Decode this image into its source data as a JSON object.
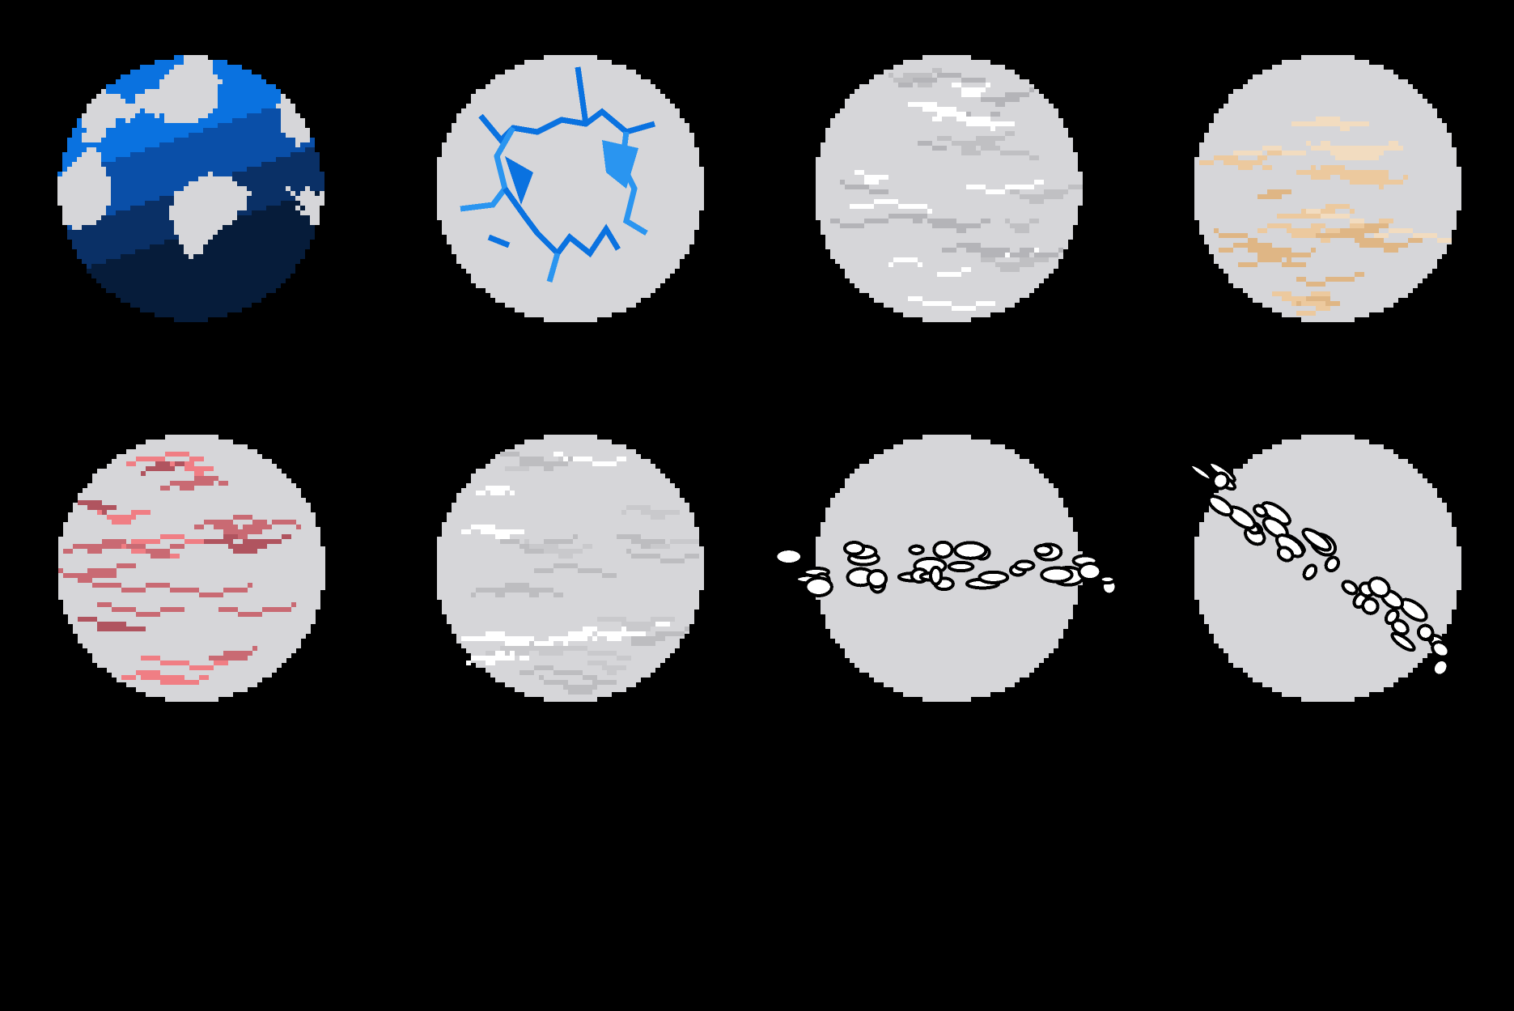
{
  "canvas": {
    "background": "#000000"
  },
  "sprites": [
    {
      "id": "planet-earthlike",
      "style": "continents",
      "base": "#d6d6d9",
      "palette": [
        "#0a72e0",
        "#0a4fa8",
        "#0a3066",
        "#061c3a"
      ]
    },
    {
      "id": "planet-ice-cracked",
      "style": "cracks",
      "base": "#d6d6d9",
      "palette": [
        "#0a72e0",
        "#2a95f0"
      ]
    },
    {
      "id": "planet-gas-white",
      "style": "streaks",
      "base": "#d6d6d9",
      "palette": [
        "#ffffff",
        "#c0c0c3",
        "#b4b4b8"
      ]
    },
    {
      "id": "planet-gas-tan",
      "style": "streaks",
      "base": "#d6d6d9",
      "palette": [
        "#ecc99e",
        "#dfb685",
        "#f2dcc0"
      ]
    },
    {
      "id": "planet-gas-pink",
      "style": "streaks",
      "base": "#d6d6d9",
      "palette": [
        "#f07e84",
        "#b0545f",
        "#c96a73"
      ]
    },
    {
      "id": "planet-gas-light",
      "style": "streaks",
      "base": "#d6d6d9",
      "palette": [
        "#ffffff",
        "#bdbdc0",
        "#c9c9cc"
      ]
    },
    {
      "id": "planet-asteroid-belt-flat",
      "style": "belt",
      "base": "#d6d6d9",
      "palette": [
        "#ffffff",
        "#000000"
      ],
      "belt_angle_deg": 0
    },
    {
      "id": "planet-asteroid-belt-tilted",
      "style": "belt",
      "base": "#d6d6d9",
      "palette": [
        "#ffffff",
        "#000000"
      ],
      "belt_angle_deg": 35
    }
  ]
}
